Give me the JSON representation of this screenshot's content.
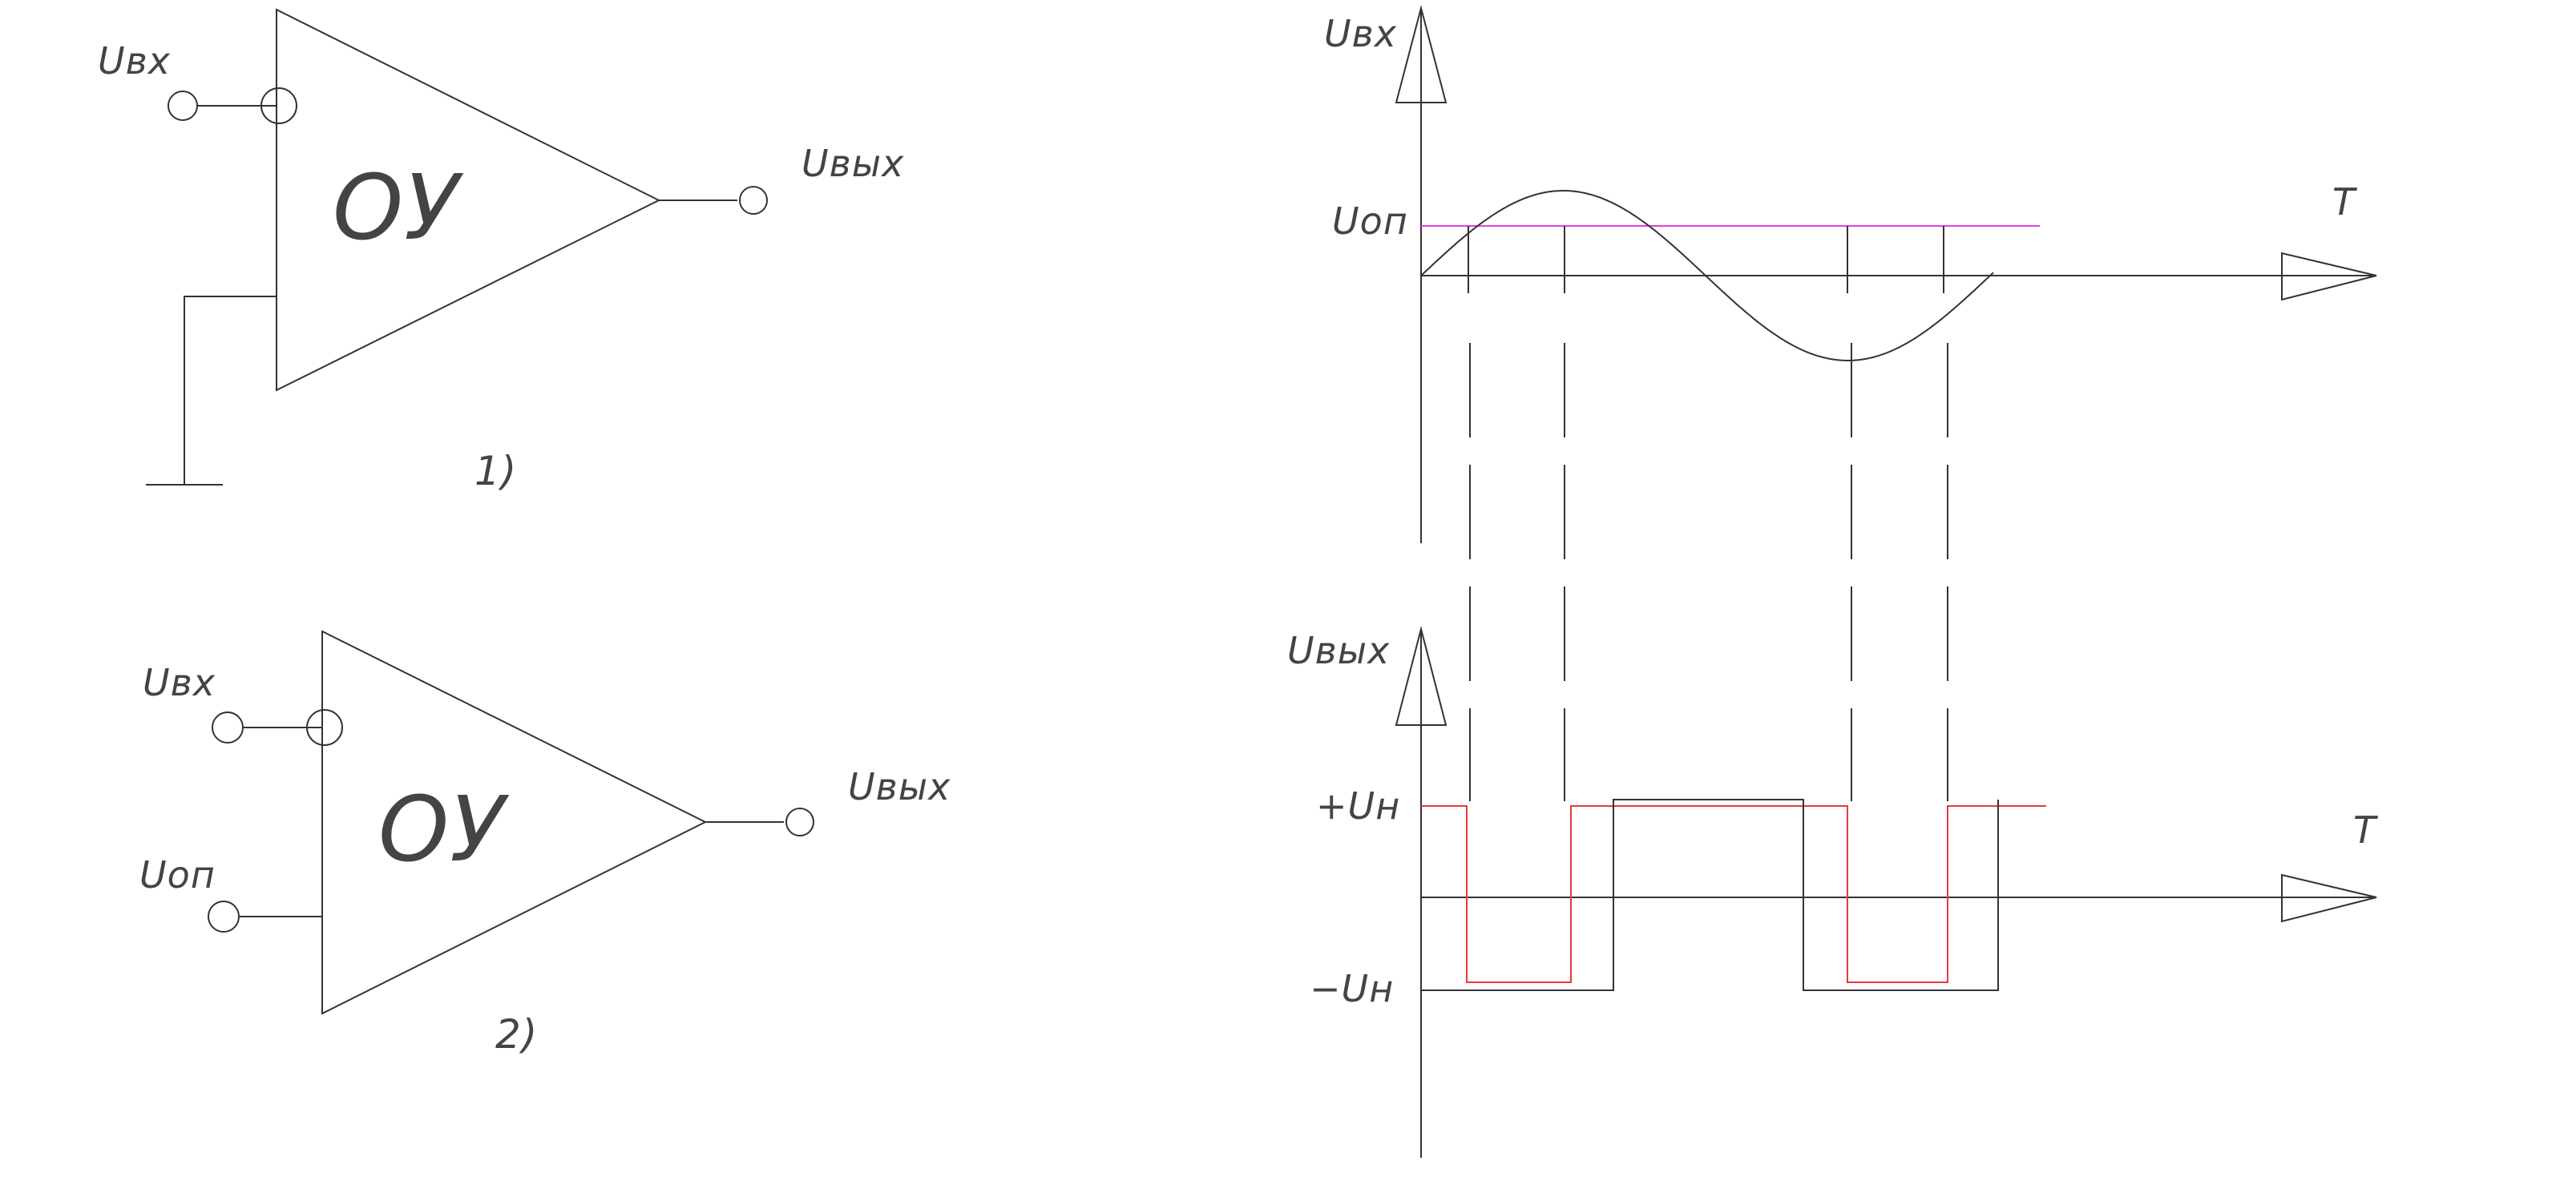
{
  "colors": {
    "line": "#333333",
    "threshold_line": "#e040e0",
    "reference_output": "#e83a3a",
    "background": "#ffffff"
  },
  "labels": {
    "c1_input": "Uвх",
    "c1_output": "Uвых",
    "c1_chip": "ОУ",
    "c1_caption": "1)",
    "c2_input": "Uвх",
    "c2_ref": "Uоп",
    "c2_output": "Uвых",
    "c2_chip": "ОУ",
    "c2_caption": "2)",
    "g1_yaxis": "Uвх",
    "g1_xaxis": "T",
    "g1_threshold": "Uоп",
    "g2_yaxis": "Uвых",
    "g2_xaxis": "T",
    "g2_plus": "+Uн",
    "g2_minus": "−Uн"
  }
}
